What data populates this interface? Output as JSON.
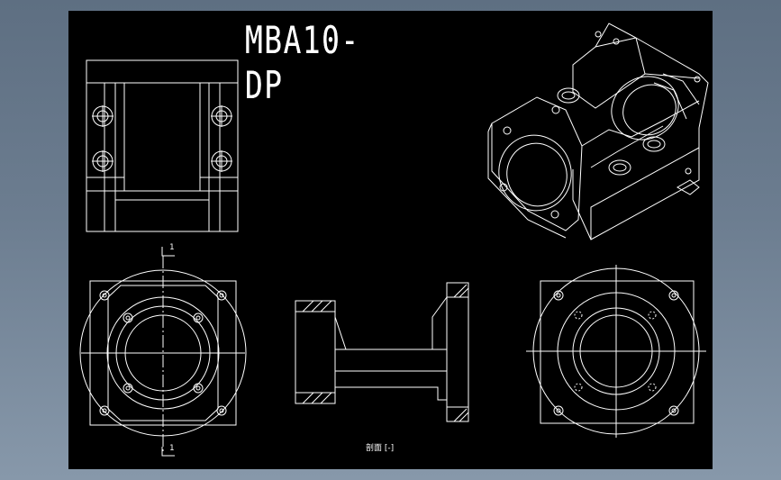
{
  "drawing": {
    "title": "MBA10-DP",
    "section_label_top": "1",
    "section_label_bottom": "1",
    "caption": "剖面 [-]"
  },
  "colors": {
    "background": "#6c7d90",
    "sheet": "#000000",
    "line": "#ffffff"
  }
}
